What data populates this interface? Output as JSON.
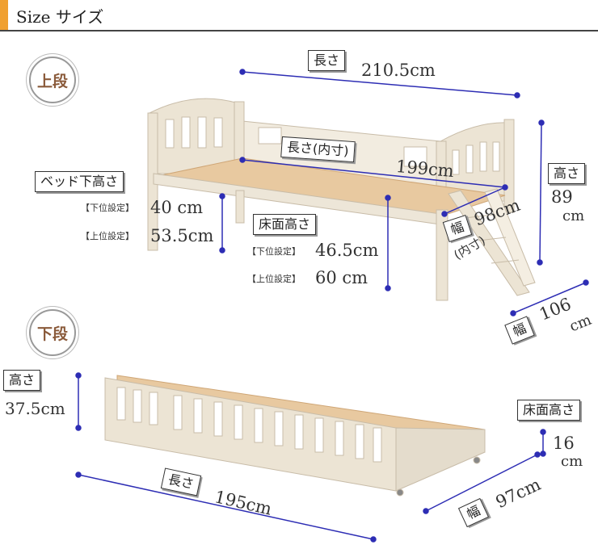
{
  "header": {
    "title": "Size サイズ"
  },
  "upper": {
    "tier_label": "上段",
    "length": {
      "label": "長さ",
      "value": "210.5cm"
    },
    "inner_length": {
      "label": "長さ(内寸)",
      "value": "199cm"
    },
    "height": {
      "label": "高さ",
      "value": "89",
      "unit": "cm"
    },
    "bed_under_height": {
      "label": "ベッド下高さ",
      "low_tag": "【下位設定】",
      "low_value": "40 cm",
      "high_tag": "【上位設定】",
      "high_value": "53.5cm"
    },
    "floor_height": {
      "label": "床面高さ",
      "low_tag": "【下位設定】",
      "low_value": "46.5cm",
      "high_tag": "【上位設定】",
      "high_value": "60 cm"
    },
    "inner_width": {
      "label": "幅",
      "sub": "(内寸)",
      "value": "98cm"
    },
    "width": {
      "label": "幅",
      "value": "106",
      "unit": "cm"
    }
  },
  "lower": {
    "tier_label": "下段",
    "height": {
      "label": "高さ",
      "value": "37.5cm"
    },
    "floor_height": {
      "label": "床面高さ",
      "value": "16",
      "unit": "cm"
    },
    "length": {
      "label": "長さ",
      "value": "195cm"
    },
    "width": {
      "label": "幅",
      "value": "97cm"
    }
  },
  "colors": {
    "accent": "#f0a030",
    "dimension_line": "#2d2db4",
    "wood": "#ece4d4",
    "slat": "#e8c9a0",
    "tier_text": "#8a5a3a"
  }
}
